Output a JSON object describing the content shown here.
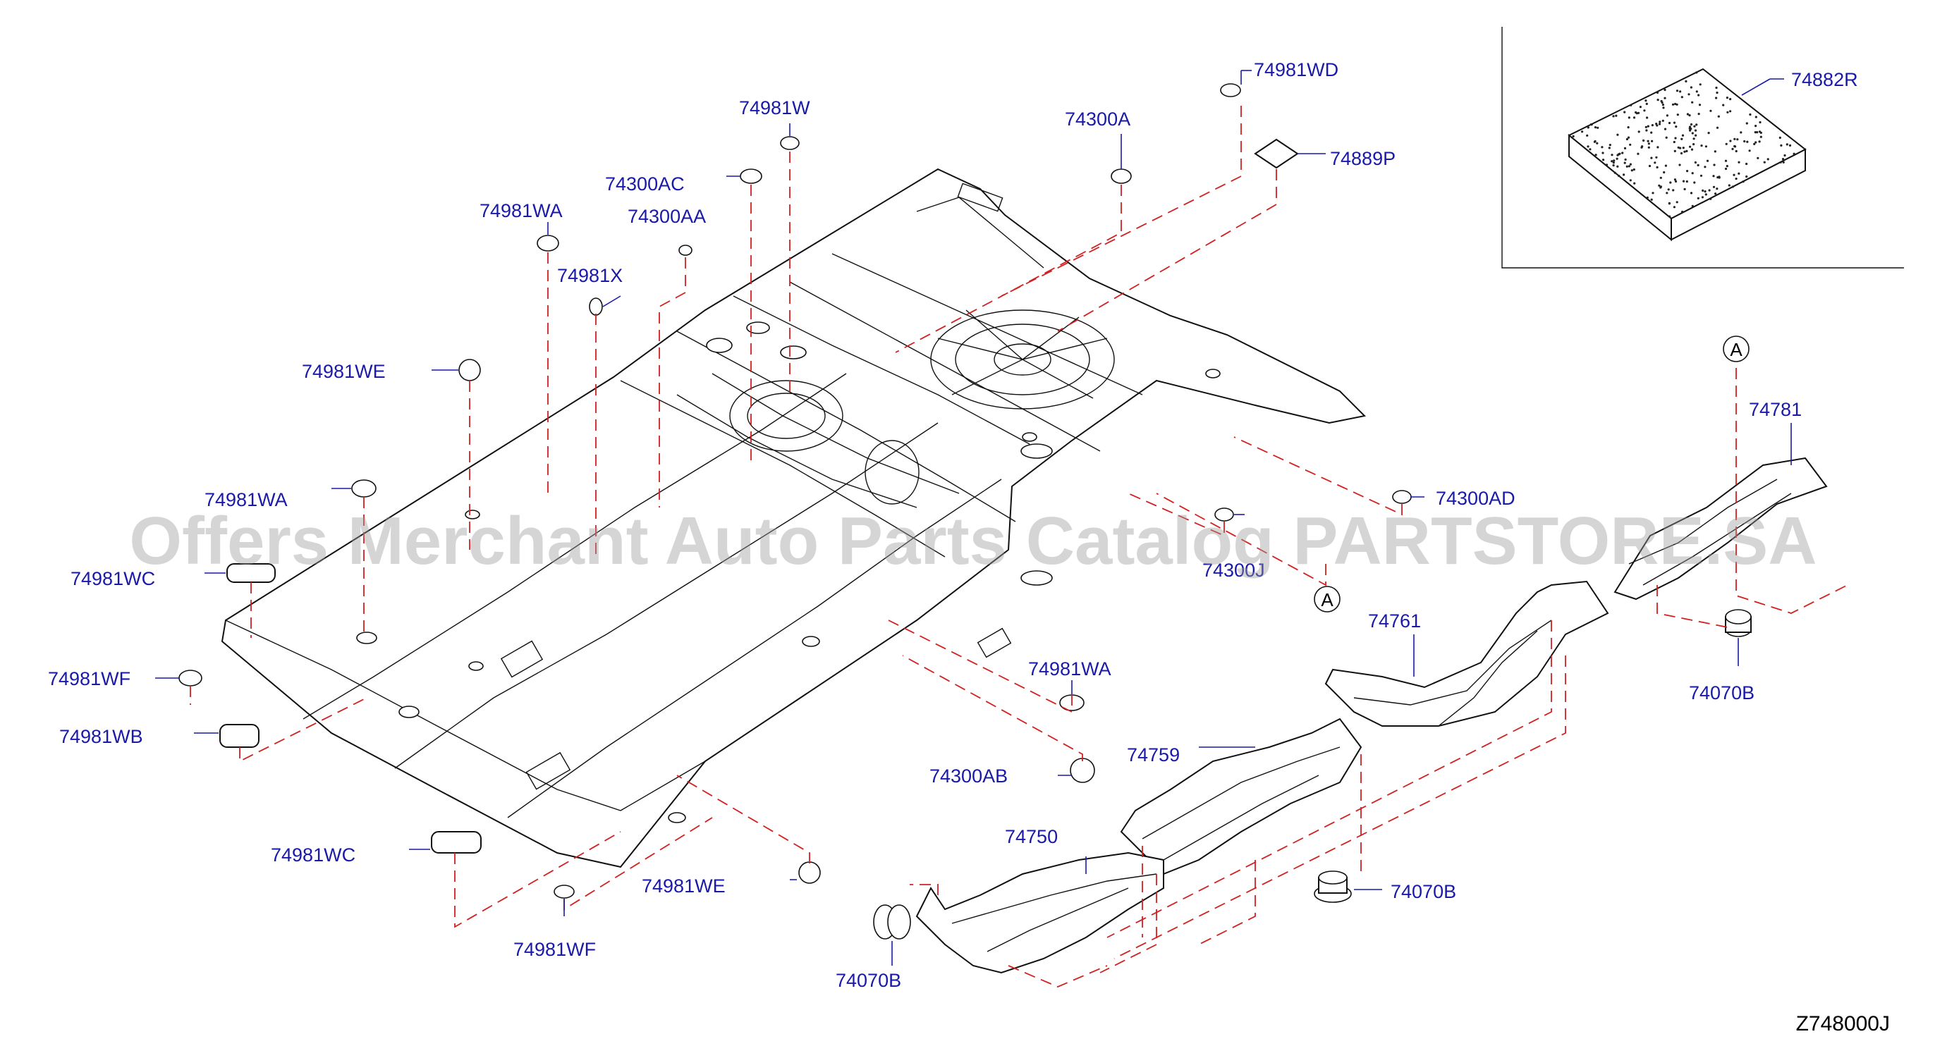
{
  "diagram_code": "Z748000J",
  "watermark": "Offers Merchant Auto Parts Catalog PARTSTORE.SA",
  "colors": {
    "label": "#1a1aa8",
    "hidden_line": "#d32020",
    "outline": "#111111",
    "watermark": "#9a9a9a"
  },
  "reference_marker": "A",
  "labels": {
    "p74981WD": "74981WD",
    "p74981W": "74981W",
    "p74300A": "74300A",
    "p74889P": "74889P",
    "p74300AC": "74300AC",
    "p74981WA_top": "74981WA",
    "p74300AA": "74300AA",
    "p74981X": "74981X",
    "p74981WE_top": "74981WE",
    "p74981WA_left": "74981WA",
    "p74981WC_left": "74981WC",
    "p74981WF_left": "74981WF",
    "p74981WB": "74981WB",
    "p74981WC_bottom": "74981WC",
    "p74981WE_bottom": "74981WE",
    "p74981WF_bottom": "74981WF",
    "p74300AB": "74300AB",
    "p74981WA_right": "74981WA",
    "p74300AD": "74300AD",
    "p74300J": "74300J",
    "p74882R": "74882R",
    "p74781": "74781",
    "p74070B_right": "74070B",
    "p74761": "74761",
    "p74759": "74759",
    "p74750": "74750",
    "p74070B_mid": "74070B",
    "p74070B_bottom": "74070B"
  }
}
